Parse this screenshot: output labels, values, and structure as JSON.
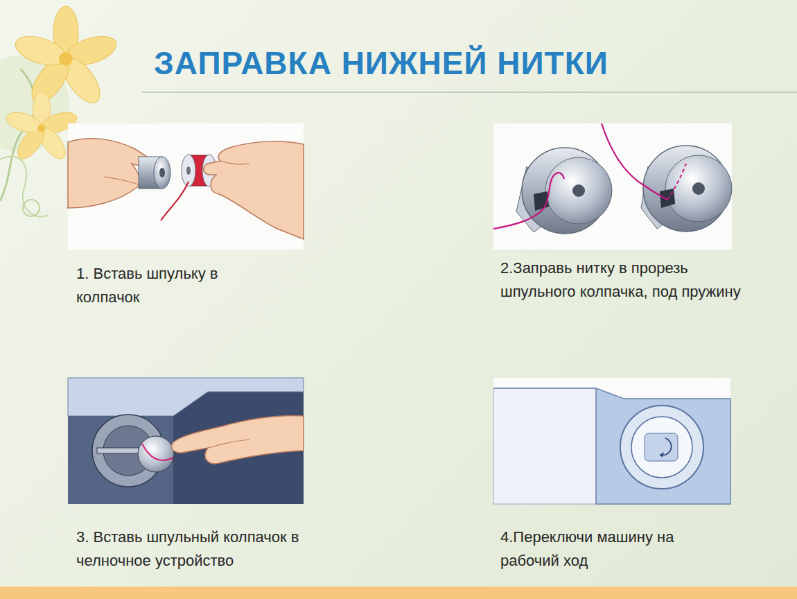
{
  "diagram": {
    "title": "ЗАПРАВКА НИЖНЕЙ НИТКИ",
    "labels": [
      "1. Вставь шпульку в колпачок",
      "2.Заправь нитку в прорезь шпульного колпачка, под пружину",
      "3. Вставь шпульный колпачок в челночное устройство",
      "4.Переключи машину на рабочий ход"
    ]
  }
}
